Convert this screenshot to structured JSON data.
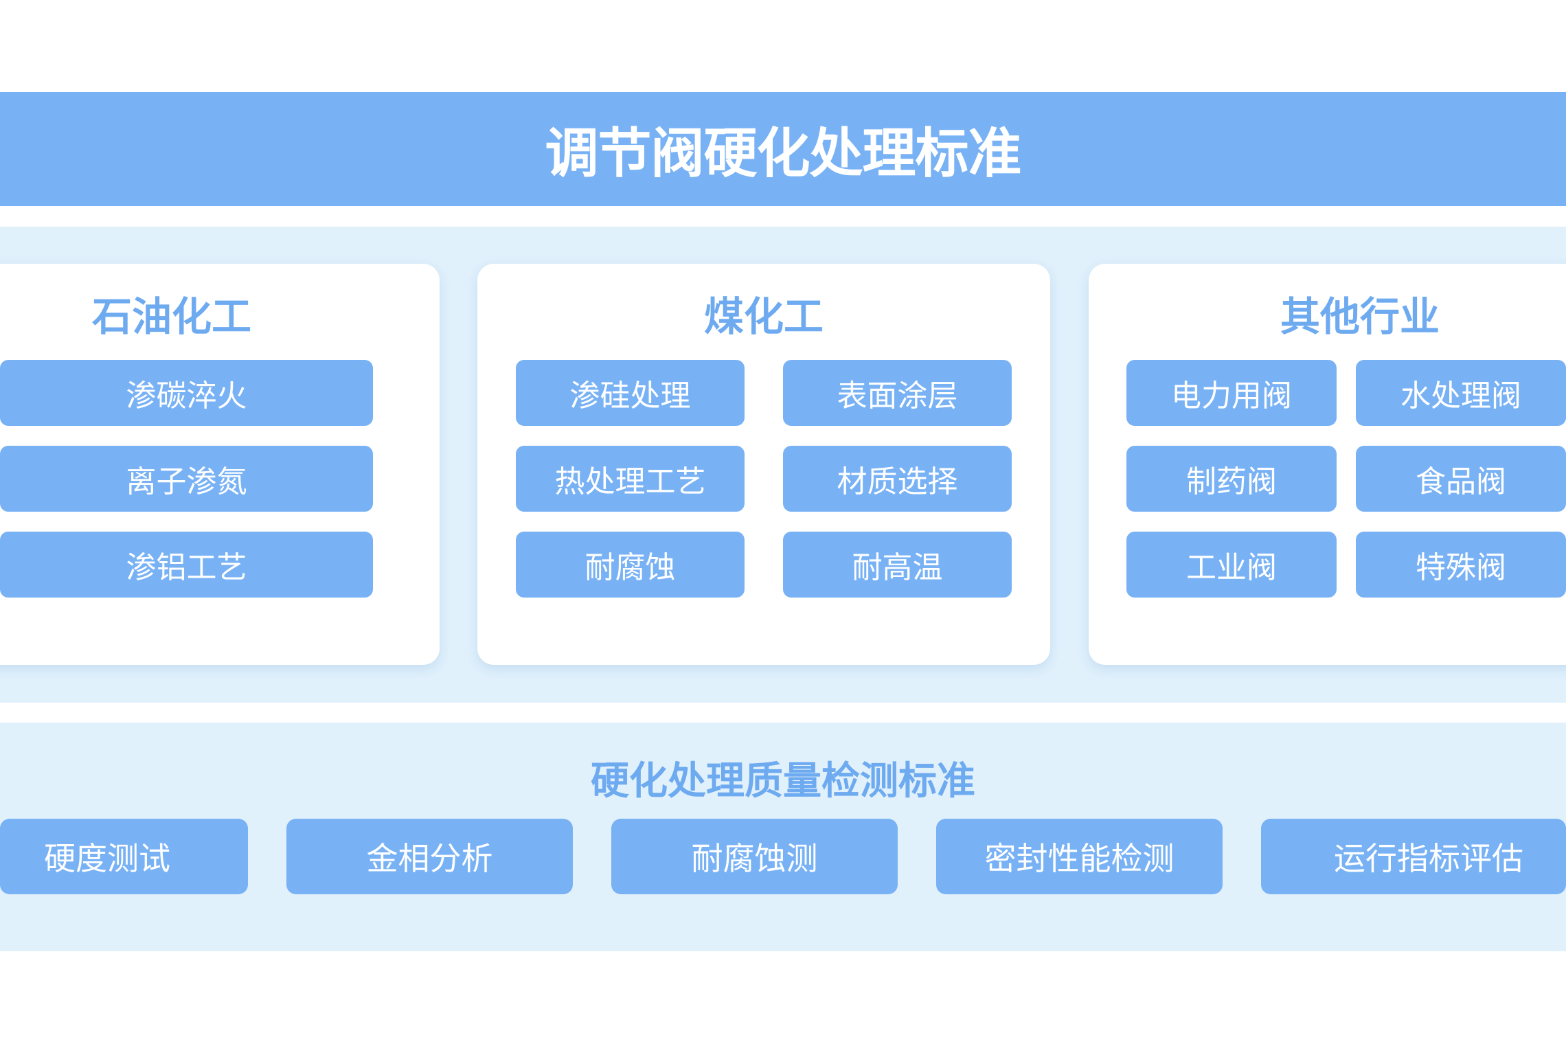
{
  "header": {
    "title": "调节阀硬化处理标准"
  },
  "industries": {
    "petrochemical": {
      "title": "石油化工",
      "items": [
        "渗碳淬火",
        "离子渗氮",
        "渗铝工艺"
      ]
    },
    "coal_chemical": {
      "title": "煤化工",
      "items": [
        "渗硅处理",
        "表面涂层",
        "热处理工艺",
        "材质选择",
        "耐腐蚀",
        "耐高温"
      ]
    },
    "other": {
      "title": "其他行业",
      "items": [
        "电力用阀",
        "水处理阀",
        "制药阀",
        "食品阀",
        "工业阀",
        "特殊阀"
      ]
    }
  },
  "quality": {
    "title": "硬化处理质量检测标准",
    "items": [
      "硬度测试",
      "金相分析",
      "耐腐蚀测",
      "密封性能检测",
      "运行指标评估"
    ]
  }
}
